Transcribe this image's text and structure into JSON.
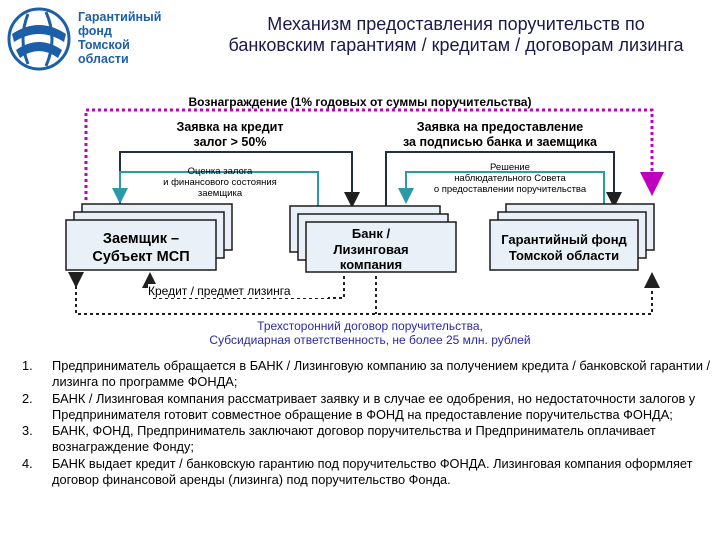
{
  "header": {
    "logo_lines": [
      "Гарантийный",
      "фонд",
      "Томской",
      "области"
    ],
    "title_line1": "Механизм предоставления поручительств по",
    "title_line2": "банковским гарантиям / кредитам / договорам лизинга"
  },
  "diagram": {
    "fee_label": "Вознаграждение (1% годовых от суммы поручительства)",
    "credit_app_line1": "Заявка на кредит",
    "credit_app_line2": "залог > 50%",
    "guarantee_app_line1": "Заявка на предоставление",
    "guarantee_app_line2": "за подписью банка и заемщика",
    "collateral_line1": "Оценка залога",
    "collateral_line2": "и финансового состояния",
    "collateral_line3": "заемщика",
    "decision_line1": "Решение",
    "decision_line2": "наблюдательного Совета",
    "decision_line3": "о предоставлении поручительства",
    "borrower_line1": "Заемщик –",
    "borrower_line2": "Субъект МСП",
    "bank_line1": "Банк /",
    "bank_line2": "Лизинговая",
    "bank_line3": "компания",
    "fund_line1": "Гарантийный фонд",
    "fund_line2": "Томской области",
    "credit_label": "Кредит / предмет лизинга",
    "contract_line1": "Трехсторонний договор поручительства,",
    "contract_line2": "Субсидиарная ответственность, не более 25 млн. рублей"
  },
  "steps": [
    {
      "num": "1.",
      "text": "Предприниматель обращается в БАНК / Лизинговую компанию за получением кредита / банковской гарантии / лизинга  по программе ФОНДА;"
    },
    {
      "num": "2.",
      "text": "БАНК / Лизинговая компания рассматривает заявку и в случае ее одобрения, но недостаточности залогов у Предпринимателя готовит совместное обращение в ФОНД на предоставление поручительства ФОНДА;"
    },
    {
      "num": "3.",
      "text": "БАНК, ФОНД, Предприниматель заключают договор поручительства и Предприниматель оплачивает вознаграждение Фонду;"
    },
    {
      "num": "4.",
      "text": "БАНК выдает кредит / банковскую гарантию под поручительство ФОНДА. Лизинговая компания оформляет договор финансовой аренды (лизинга) под поручительство Фонда."
    }
  ],
  "colors": {
    "logo_blue": "#1d5ea8",
    "dotted_magenta": "#c000c0",
    "flow_teal": "#2a9aa8",
    "dotted_dark": "#202020",
    "box_fill": "#e9f0f8"
  }
}
